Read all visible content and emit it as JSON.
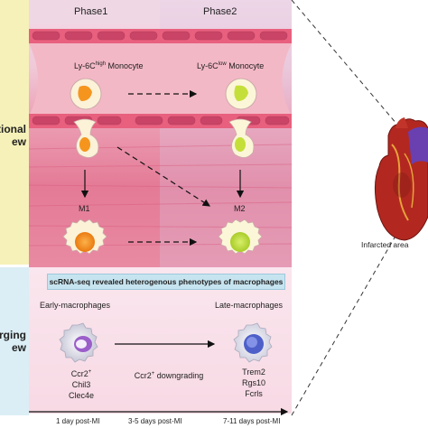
{
  "side_labels": {
    "top": [
      "tional",
      "ew"
    ],
    "bottom": [
      "rging",
      "ew"
    ]
  },
  "phases": [
    "Phase1",
    "Phase2"
  ],
  "monocytes": {
    "left": {
      "prefix": "Ly-6C",
      "sup": "high",
      "suffix": " Monocyte"
    },
    "right": {
      "prefix": "Ly-6C",
      "sup": "low",
      "suffix": " Monocyte"
    }
  },
  "macrophage_labels": [
    "M1",
    "M2"
  ],
  "banner": "scRNA-seq revealed heterogenous phenotypes of macrophages",
  "early": {
    "title": "Early-macrophages",
    "marker_prefix": "Ccr2",
    "marker_sup": "+",
    "genes": [
      "Chil3",
      "Clec4e"
    ]
  },
  "late": {
    "title": "Late-macrophages",
    "genes": [
      "Trem2",
      "Rgs10",
      "Fcrls"
    ]
  },
  "transition": {
    "prefix": "Ccr2",
    "sup": "+",
    "suffix": " downgrading"
  },
  "timeline": [
    "1 day post-MI",
    "3-5 days post-MI",
    "7-11 days post-MI"
  ],
  "heart_label": "Infarcted area",
  "colors": {
    "vessel": "#e8607e",
    "m1": "#f08a1c",
    "m2": "#b8d93a",
    "banner": "#c6e4f0"
  }
}
